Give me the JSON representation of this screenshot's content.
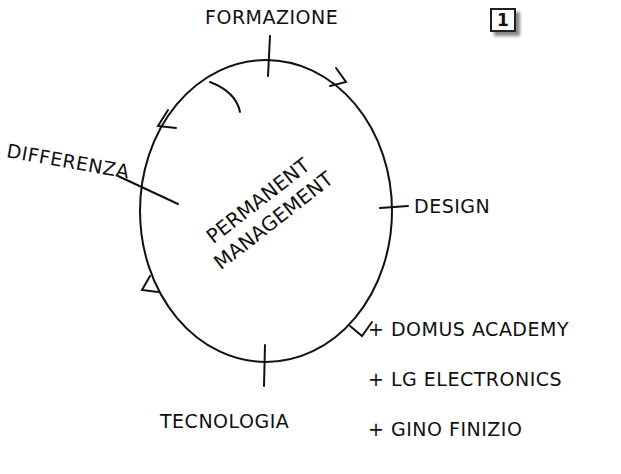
{
  "diagram": {
    "nodes": [
      {
        "text": [
          "PERMANENT MANAGEMENT"
        ]
      }
    ],
    "labels": [
      "FORMAZIONE",
      "1",
      "DIFFERENZA",
      "DESIGN",
      "TECNOLOGIA",
      "+ DOMUS ACADEMY",
      "+ LG ELECTRONICS",
      "+ GINO FINIZIO"
    ]
  }
}
